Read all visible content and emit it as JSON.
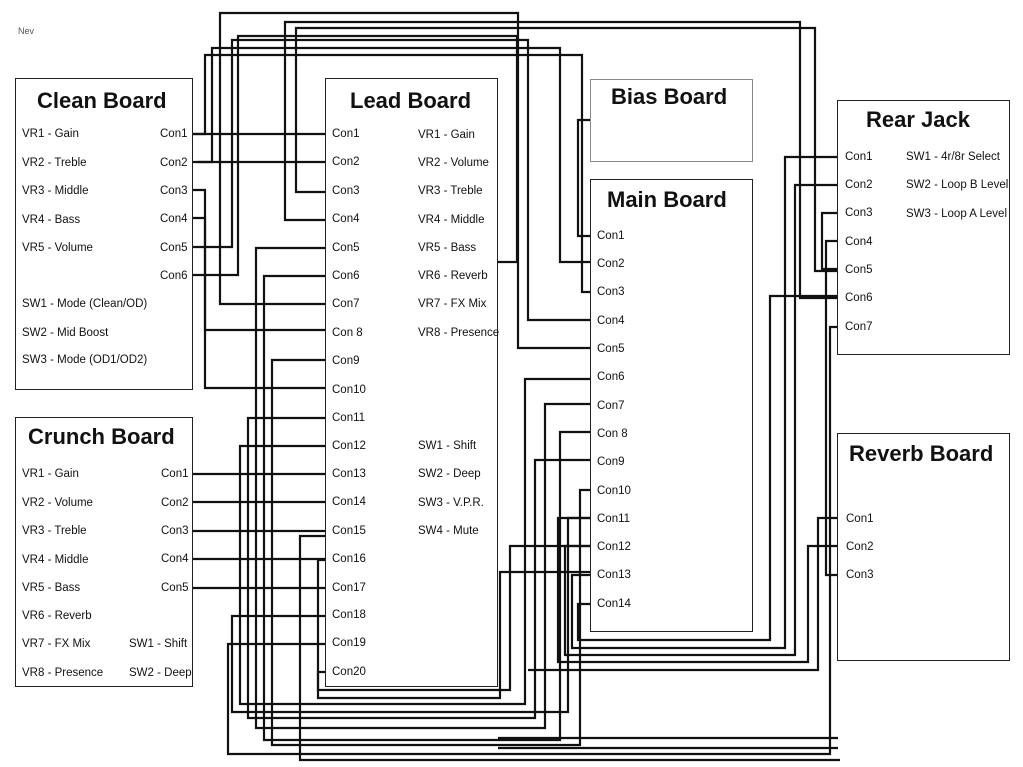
{
  "corner_text": "Nev",
  "colors": {
    "wire": "#111111",
    "border": "#222222",
    "background": "#ffffff"
  },
  "boards": {
    "clean": {
      "title": "Clean Board",
      "controls": [
        "VR1 - Gain",
        "VR2 - Treble",
        "VR3 - Middle",
        "VR4 - Bass",
        "VR5 - Volume",
        "SW1 - Mode (Clean/OD)",
        "SW2 - Mid Boost",
        "SW3 - Mode (OD1/OD2)"
      ],
      "connectors": [
        "Con1",
        "Con2",
        "Con3",
        "Con4",
        "Con5",
        "Con6"
      ]
    },
    "crunch": {
      "title": "Crunch Board",
      "controls": [
        "VR1 - Gain",
        "VR2 - Volume",
        "VR3 - Treble",
        "VR4 - Middle",
        "VR5 - Bass",
        "VR6 - Reverb",
        "VR7 - FX Mix",
        "VR8 - Presence",
        "SW1 - Shift",
        "SW2 - Deep"
      ],
      "connectors": [
        "Con1",
        "Con2",
        "Con3",
        "Con4",
        "Con5"
      ]
    },
    "lead": {
      "title": "Lead Board",
      "controls": [
        "VR1 - Gain",
        "VR2 - Volume",
        "VR3 - Treble",
        "VR4 - Middle",
        "VR5 - Bass",
        "VR6 - Reverb",
        "VR7 - FX Mix",
        "VR8 - Presence",
        "SW1 - Shift",
        "SW2 - Deep",
        "SW3 - V.P.R.",
        "SW4 - Mute"
      ],
      "connectors": [
        "Con1",
        "Con2",
        "Con3",
        "Con4",
        "Con5",
        "Con6",
        "Con7",
        "Con 8",
        "Con9",
        "Con10",
        "Con11",
        "Con12",
        "Con13",
        "Con14",
        "Con15",
        "Con16",
        "Con17",
        "Con18",
        "Con19",
        "Con20"
      ]
    },
    "bias": {
      "title": "Bias Board"
    },
    "main": {
      "title": "Main Board",
      "connectors": [
        "Con1",
        "Con2",
        "Con3",
        "Con4",
        "Con5",
        "Con6",
        "Con7",
        "Con 8",
        "Con9",
        "Con10",
        "Con11",
        "Con12",
        "Con13",
        "Con14"
      ]
    },
    "rear": {
      "title": "Rear Jack",
      "controls": [
        "SW1 - 4r/8r Select",
        "SW2 - Loop B Level",
        "SW3 - Loop A Level"
      ],
      "connectors": [
        "Con1",
        "Con2",
        "Con3",
        "Con4",
        "Con5",
        "Con6",
        "Con7"
      ]
    },
    "reverb": {
      "title": "Reverb Board",
      "connectors": [
        "Con1",
        "Con2",
        "Con3"
      ]
    }
  }
}
